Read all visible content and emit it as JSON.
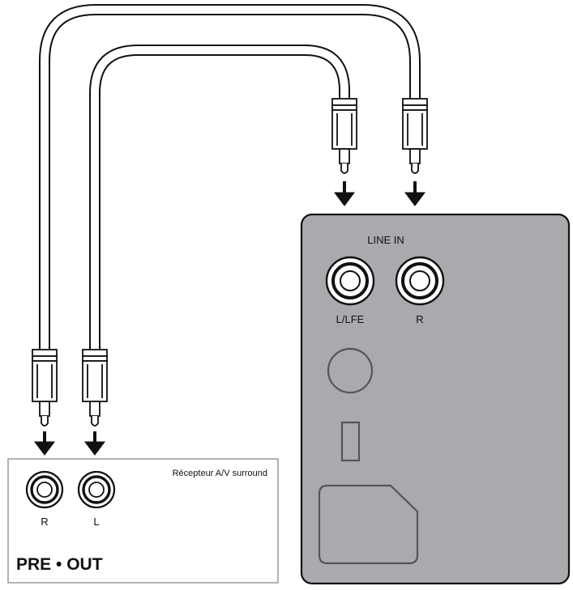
{
  "subwoofer_panel": {
    "line_in_label": "LINE IN",
    "jacks": [
      {
        "label": "L/LFE"
      },
      {
        "label": "R"
      }
    ]
  },
  "receiver": {
    "title": "Récepteur A/V surround",
    "jacks": [
      {
        "label": "R"
      },
      {
        "label": "L"
      }
    ],
    "section_label": "PRE • OUT"
  },
  "colors": {
    "panel_fill": "#a9aaad",
    "stroke": "#111111",
    "background": "#ffffff"
  }
}
